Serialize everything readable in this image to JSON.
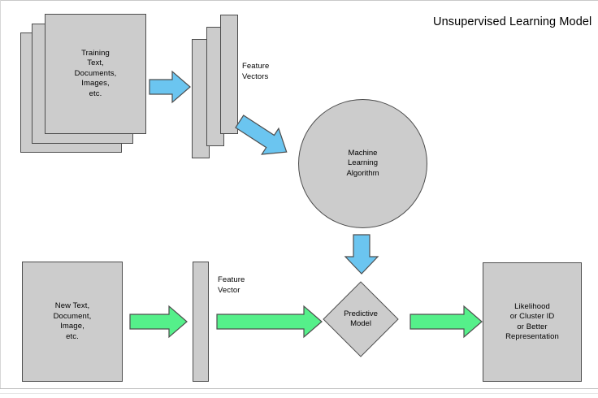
{
  "diagram": {
    "title": "Unsupervised Learning Model",
    "colors": {
      "node_fill": "#cccccc",
      "node_stroke": "#4d4d4d",
      "arrow_blue": "#6bc5f0",
      "arrow_green": "#55f08a",
      "arrow_stroke": "#4d4d4d",
      "background": "#ffffff",
      "text": "#000000"
    },
    "nodes": {
      "training_documents": {
        "label": "Training\nText,\nDocuments,\nImages,\netc.",
        "shape": "document-stack",
        "count": 3
      },
      "feature_vectors_stack": {
        "caption": "Feature\nVectors",
        "shape": "bar-stack",
        "count": 3
      },
      "ml_algorithm": {
        "label": "Machine\nLearning\nAlgorithm",
        "shape": "circle"
      },
      "predictive_model": {
        "label": "Predictive\nModel",
        "shape": "diamond"
      },
      "new_input": {
        "label": "New Text,\nDocument,\nImage,\netc.",
        "shape": "rectangle"
      },
      "feature_vector_single": {
        "caption": "Feature\nVector",
        "shape": "bar",
        "count": 1
      },
      "output": {
        "label": "Likelihood\nor Cluster ID\nor Better\nRepresentation",
        "shape": "rectangle"
      }
    },
    "arrows": [
      {
        "name": "docs-to-feature-vectors",
        "color": "blue",
        "direction": "right"
      },
      {
        "name": "feature-vectors-to-algorithm",
        "color": "blue",
        "direction": "down-right"
      },
      {
        "name": "algorithm-to-predictive-model",
        "color": "blue",
        "direction": "down"
      },
      {
        "name": "new-input-to-feature-vector",
        "color": "green",
        "direction": "right"
      },
      {
        "name": "feature-vector-to-predictive-model",
        "color": "green",
        "direction": "right"
      },
      {
        "name": "predictive-model-to-output",
        "color": "green",
        "direction": "right"
      }
    ]
  }
}
